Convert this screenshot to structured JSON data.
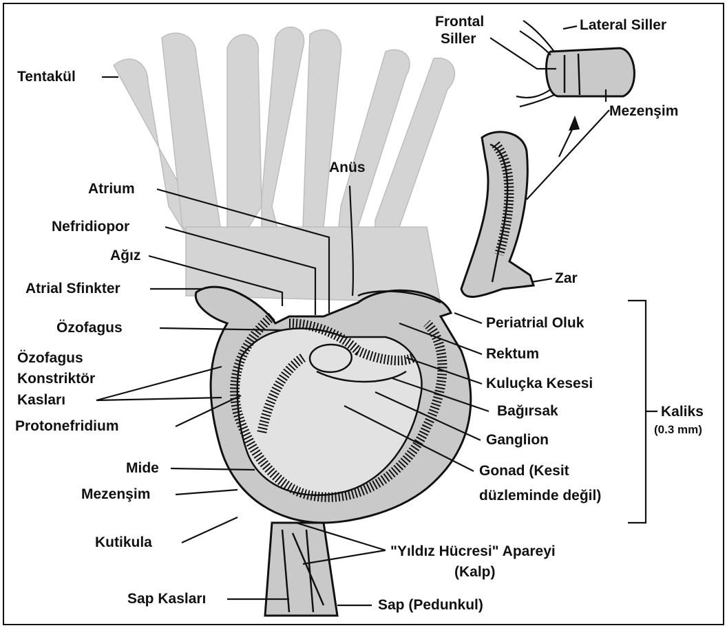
{
  "labels": {
    "tentakul": "Tentakül",
    "atrium": "Atrium",
    "nefridiopor": "Nefridiopor",
    "agiz": "Ağız",
    "atrial_sfinkter": "Atrial Sfinkter",
    "ozofagus": "Özofagus",
    "ozofagus_konstriktor_1": "Özofagus",
    "ozofagus_konstriktor_2": "Konstriktör",
    "ozofagus_konstriktor_3": "Kasları",
    "protonefridium": "Protonefridium",
    "mide": "Mide",
    "mezensim_left": "Mezenşim",
    "kutikula": "Kutikula",
    "sap_kaslari": "Sap Kasları",
    "anus": "Anüs",
    "frontal_siller_1": "Frontal",
    "frontal_siller_2": "Siller",
    "lateral_siller": "Lateral Siller",
    "mezensim_right": "Mezenşim",
    "zar": "Zar",
    "periatrial_oluk": "Periatrial Oluk",
    "rektum": "Rektum",
    "kulucka_kesesi": "Kuluçka Kesesi",
    "bagirsak": "Bağırsak",
    "ganglion": "Ganglion",
    "gonad_1": "Gonad (Kesit",
    "gonad_2": "düzleminde değil)",
    "kaliks": "Kaliks",
    "kaliks_size": "(0.3 mm)",
    "yildiz_1": "\"Yıldız Hücresi\" Apareyi",
    "yildiz_2": "(Kalp)",
    "sap": "Sap (Pedunkul)"
  }
}
